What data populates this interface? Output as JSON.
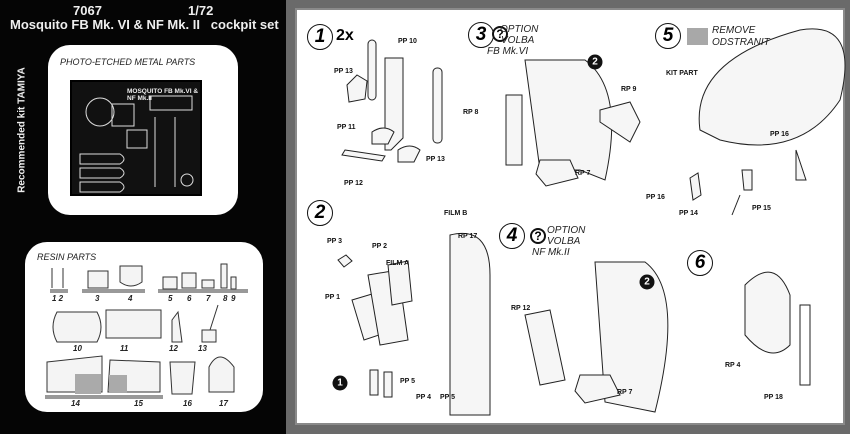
{
  "header": {
    "code": "7067",
    "scale": "1/72",
    "title": "Mosquito FB Mk. VI & NF Mk. II   cockpit set",
    "recommended": "Recommended kit TAMIYA"
  },
  "pe_card": {
    "title": "PHOTO-ETCHED METAL PARTS",
    "fret_text": "MOSQUITO FB Mk.VI & NF Mk.II"
  },
  "resin_card": {
    "title": "RESIN PARTS",
    "numbers": [
      "1 2",
      "3",
      "4",
      "5",
      "6",
      "7",
      "8",
      "9",
      "10",
      "11",
      "12",
      "13",
      "14",
      "15",
      "16",
      "17"
    ]
  },
  "steps": {
    "s1": {
      "num": "1",
      "qty": "2x",
      "labels": [
        "PP 10",
        "PP 13",
        "PP 11",
        "PP 13",
        "PP 12"
      ]
    },
    "s2": {
      "num": "2",
      "labels": [
        "FILM B",
        "PP 3",
        "PP 2",
        "FILM A",
        "RP 17",
        "PP 1",
        "PP 5",
        "PP 4",
        "PP 5"
      ],
      "badge": "1"
    },
    "s3": {
      "num": "3",
      "option": "OPTION",
      "volba": "VOLBA",
      "variant": "FB Mk.VI",
      "badge": "2",
      "labels": [
        "RP 8",
        "RP 9",
        "RP 7"
      ]
    },
    "s4": {
      "num": "4",
      "option": "OPTION",
      "volba": "VOLBA",
      "variant": "NF Mk.II",
      "badge": "2",
      "labels": [
        "RP 12",
        "RP 7"
      ]
    },
    "s5": {
      "num": "5",
      "remove": "REMOVE",
      "odstranit": "ODSTRANIT",
      "labels": [
        "KIT PART",
        "PP 16",
        "PP 16",
        "PP 14",
        "PP 15"
      ]
    },
    "s6": {
      "num": "6",
      "labels": [
        "RP 4",
        "PP 18"
      ]
    },
    "option_icon": "?"
  },
  "colors": {
    "left_bg": "#050505",
    "remove_swatch": "#a8a8a8"
  }
}
